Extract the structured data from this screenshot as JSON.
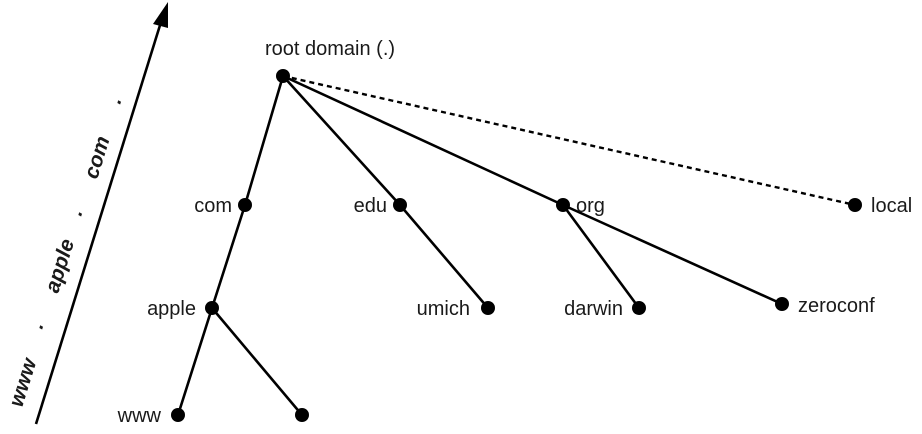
{
  "diagram": {
    "root_label": "root domain (.)",
    "nodes": {
      "com": "com",
      "edu": "edu",
      "org": "org",
      "local": "local",
      "apple": "apple",
      "umich": "umich",
      "darwin": "darwin",
      "zeroconf": "zeroconf",
      "www": "www"
    },
    "arrow_labels": {
      "www": "www",
      "dot1": ".",
      "apple": "apple",
      "dot2": ".",
      "com": "com",
      "dot3": "."
    },
    "colors": {
      "stroke": "#000000",
      "text": "#1a1a1a"
    }
  }
}
